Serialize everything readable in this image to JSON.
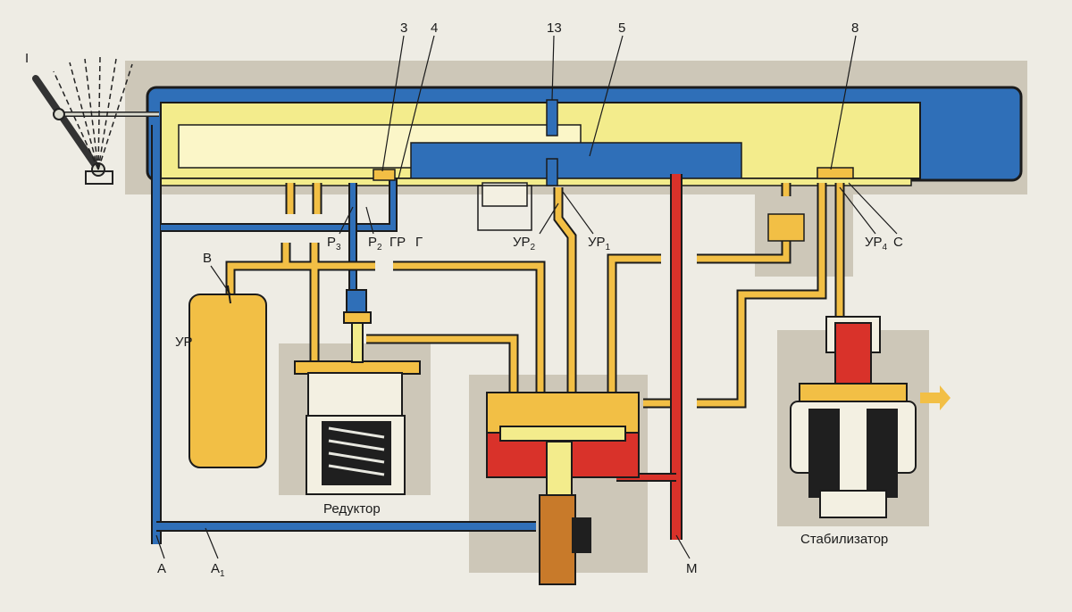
{
  "labels": {
    "handle": "I",
    "n3": "3",
    "n4": "4",
    "n13": "13",
    "n5": "5",
    "n8": "8",
    "B": "В",
    "UR": "УР",
    "P3": "Р",
    "P3_sub": "3",
    "P2": "Р",
    "P2_sub": "2",
    "GR": "ГР",
    "G": "Г",
    "UR2": "УР",
    "UR2_sub": "2",
    "UR1": "УР",
    "UR1_sub": "1",
    "UR4": "УР",
    "UR4_sub": "4",
    "C": "С",
    "A": "А",
    "A1": "А",
    "A1_sub": "1",
    "M": "М",
    "reducer": "Редуктор",
    "stabilizer": "Стабилизатор"
  },
  "colors": {
    "feed_line": "#2f6fb8",
    "equalizing_line": "#f2bf45",
    "brake_line": "#d9322a",
    "body_fill": "#f3ec8c",
    "housing_grey": "#c9c3b4",
    "outline": "#1b1b1b"
  }
}
